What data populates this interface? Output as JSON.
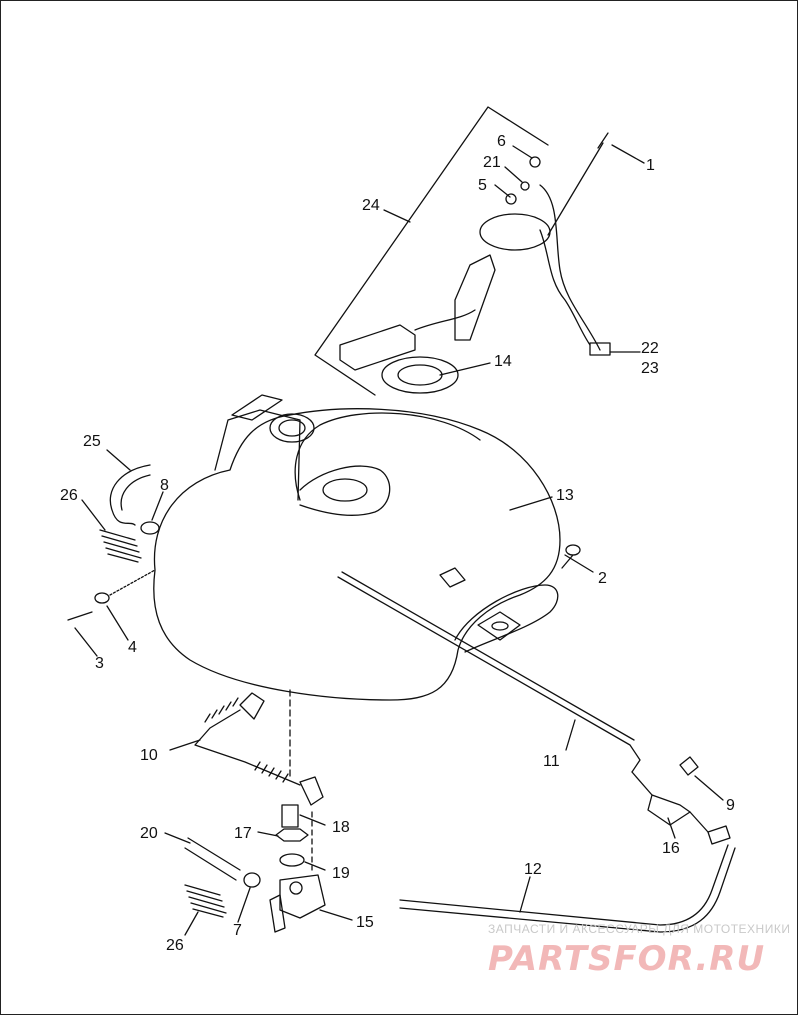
{
  "labels": {
    "p1": "1",
    "p2": "2",
    "p3": "3",
    "p4": "4",
    "p5": "5",
    "p6": "6",
    "p7": "7",
    "p8": "8",
    "p9": "9",
    "p10": "10",
    "p11": "11",
    "p12": "12",
    "p13": "13",
    "p14": "14",
    "p15": "15",
    "p16": "16",
    "p17": "17",
    "p18": "18",
    "p19": "19",
    "p20": "20",
    "p21": "21",
    "p22": "22",
    "p23": "23",
    "p24": "24",
    "p25": "25",
    "p26a": "26",
    "p26b": "26"
  },
  "watermark": {
    "top": "ЗАПЧАСТИ И АКСЕССУАРЫ ДЛЯ МОТОТЕХНИКИ",
    "main": "PARTSFOR.RU"
  }
}
